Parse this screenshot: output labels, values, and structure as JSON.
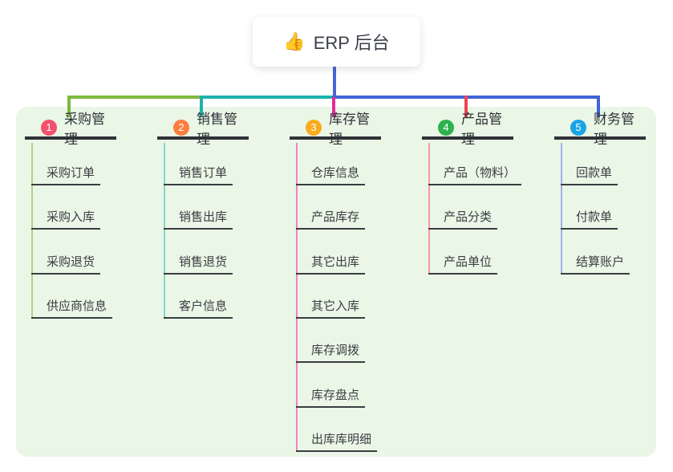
{
  "root": {
    "icon": "👍",
    "label": "ERP 后台"
  },
  "branches": [
    {
      "index": "1",
      "label": "采购管理",
      "accent_color": "#7db93d",
      "child_line_color": "#abd485",
      "badge_color": "#f4516c",
      "children": [
        {
          "label": "采购订单"
        },
        {
          "label": "采购入库"
        },
        {
          "label": "采购退货"
        },
        {
          "label": "供应商信息"
        }
      ]
    },
    {
      "index": "2",
      "label": "销售管理",
      "accent_color": "#1cb3ac",
      "child_line_color": "#84d6cf",
      "badge_color": "#fd7e3e",
      "children": [
        {
          "label": "销售订单"
        },
        {
          "label": "销售出库"
        },
        {
          "label": "销售退货"
        },
        {
          "label": "客户信息"
        }
      ]
    },
    {
      "index": "3",
      "label": "库存管理",
      "accent_color": "#e62a96",
      "child_line_color": "#f283c4",
      "badge_color": "#fbab1c",
      "children": [
        {
          "label": "仓库信息"
        },
        {
          "label": "产品库存"
        },
        {
          "label": "其它出库"
        },
        {
          "label": "其它入库"
        },
        {
          "label": "库存调拨"
        },
        {
          "label": "库存盘点"
        },
        {
          "label": "出库库明细"
        }
      ]
    },
    {
      "index": "4",
      "label": "产品管理",
      "accent_color": "#ef4350",
      "child_line_color": "#f89ba1",
      "badge_color": "#2eb24e",
      "children": [
        {
          "label": "产品（物料）"
        },
        {
          "label": "产品分类"
        },
        {
          "label": "产品单位"
        }
      ]
    },
    {
      "index": "5",
      "label": "财务管理",
      "accent_color": "#3f63d8",
      "child_line_color": "#9fb3e6",
      "badge_color": "#19a4e6",
      "children": [
        {
          "label": "回款单"
        },
        {
          "label": "付款单"
        },
        {
          "label": "结算账户"
        }
      ]
    }
  ],
  "colors": {
    "canvas_bg": "#ffffff",
    "panel_bg": "#eaf6e6",
    "trunk": "#4a66d6",
    "heading_text": "#2e3237",
    "child_text": "#3a3d42",
    "root_text": "#3a3f49"
  }
}
